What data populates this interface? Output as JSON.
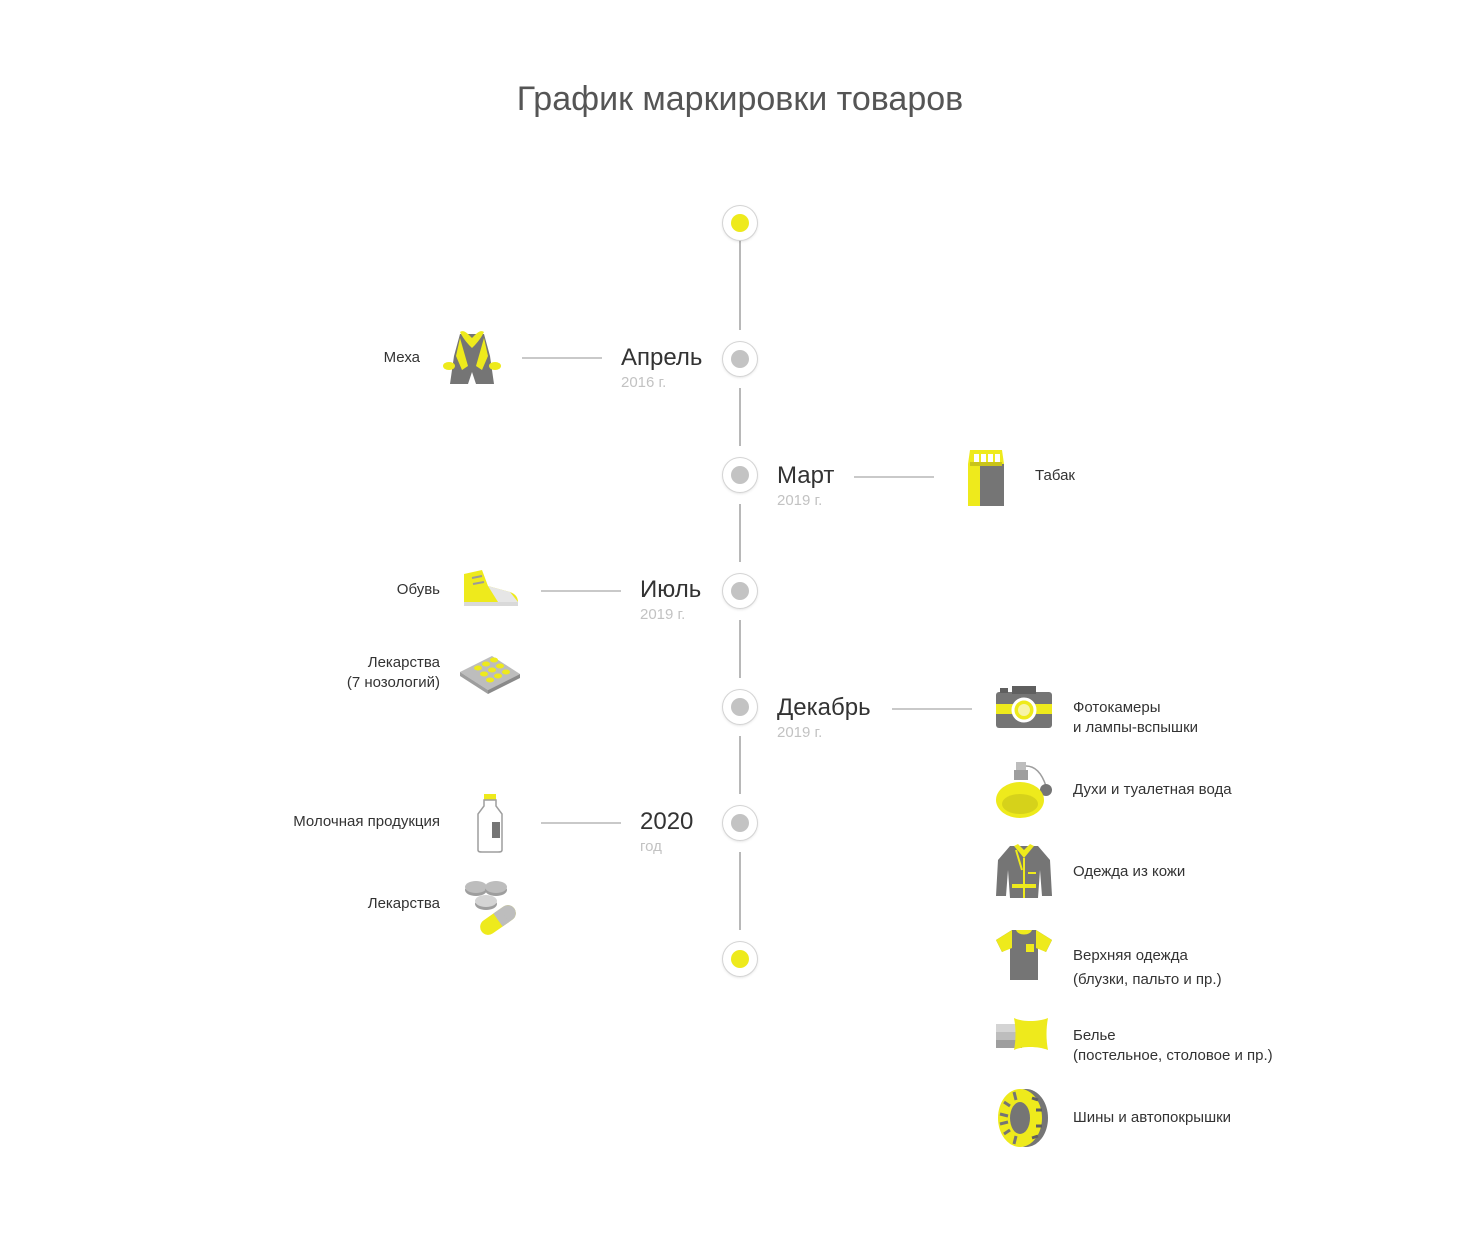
{
  "title": "График маркировки товаров",
  "colors": {
    "accent": "#eeea1c",
    "icon_gray": "#757575",
    "line": "#b8b8b8",
    "node_inactive": "#c3c3c3"
  },
  "milestones": [
    {
      "month": "Апрель",
      "year": "2016 г."
    },
    {
      "month": "Март",
      "year": "2019 г."
    },
    {
      "month": "Июль",
      "year": "2019 г."
    },
    {
      "month": "Декабрь",
      "year": "2019 г."
    },
    {
      "month": "2020",
      "year": "год"
    }
  ],
  "items": {
    "fur": {
      "label": "Меха",
      "icon": "fur-coat-icon"
    },
    "tobacco": {
      "label": "Табак",
      "icon": "cigarette-pack-icon"
    },
    "shoes": {
      "label": "Обувь",
      "icon": "sneaker-icon"
    },
    "medicine_7": {
      "label_line1": "Лекарства",
      "label_line2": "(7 нозологий)",
      "icon": "pill-blister-icon"
    },
    "cameras": {
      "label_line1": "Фотокамеры",
      "label_line2": "и лампы-вспышки",
      "icon": "camera-icon"
    },
    "perfume": {
      "label": "Духи и туалетная вода",
      "icon": "perfume-bottle-icon"
    },
    "leather": {
      "label": "Одежда из кожи",
      "icon": "leather-jacket-icon"
    },
    "outerwear": {
      "label_line1": "Верхняя одежда",
      "label_line2": "(блузки, пальто и пр.)",
      "icon": "t-shirt-icon"
    },
    "linen": {
      "label_line1": "Белье",
      "label_line2": "(постельное, столовое и пр.)",
      "icon": "bed-linen-icon"
    },
    "tires": {
      "label": "Шины и автопокрышки",
      "icon": "tire-icon"
    },
    "dairy": {
      "label": "Молочная продукция",
      "icon": "milk-bottle-icon"
    },
    "medicine": {
      "label": "Лекарства",
      "icon": "pills-icon"
    }
  }
}
